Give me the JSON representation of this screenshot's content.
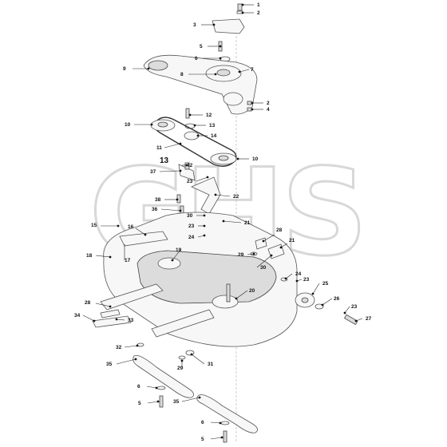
{
  "watermark": {
    "text": "GHS"
  },
  "callouts": [
    {
      "id": "c-top-1",
      "label": "1"
    },
    {
      "id": "c-top-2",
      "label": "2"
    },
    {
      "id": "c-3",
      "label": "3"
    },
    {
      "id": "c-5a",
      "label": "5"
    },
    {
      "id": "c-6a",
      "label": "6"
    },
    {
      "id": "c-8",
      "label": "8"
    },
    {
      "id": "c-9",
      "label": "9"
    },
    {
      "id": "c-7",
      "label": "7"
    },
    {
      "id": "c-2b",
      "label": "2"
    },
    {
      "id": "c-4",
      "label": "4"
    },
    {
      "id": "c-12",
      "label": "12"
    },
    {
      "id": "c-10a",
      "label": "10"
    },
    {
      "id": "c-13a",
      "label": "13"
    },
    {
      "id": "c-14",
      "label": "14"
    },
    {
      "id": "c-11",
      "label": "11"
    },
    {
      "id": "c-10b",
      "label": "10"
    },
    {
      "id": "c-13b",
      "label": "13"
    },
    {
      "id": "c-42",
      "label": "42"
    },
    {
      "id": "c-37",
      "label": "37"
    },
    {
      "id": "c-23a",
      "label": "23"
    },
    {
      "id": "c-22",
      "label": "22"
    },
    {
      "id": "c-38",
      "label": "38"
    },
    {
      "id": "c-36",
      "label": "36"
    },
    {
      "id": "c-30a",
      "label": "30"
    },
    {
      "id": "c-23b",
      "label": "23"
    },
    {
      "id": "c-21a",
      "label": "21"
    },
    {
      "id": "c-15",
      "label": "15"
    },
    {
      "id": "c-16",
      "label": "16"
    },
    {
      "id": "c-24a",
      "label": "24"
    },
    {
      "id": "c-28a",
      "label": "28"
    },
    {
      "id": "c-21b",
      "label": "21"
    },
    {
      "id": "c-18",
      "label": "18"
    },
    {
      "id": "c-17",
      "label": "17"
    },
    {
      "id": "c-19",
      "label": "19"
    },
    {
      "id": "c-29a",
      "label": "29"
    },
    {
      "id": "c-30b",
      "label": "30"
    },
    {
      "id": "c-24b",
      "label": "24"
    },
    {
      "id": "c-23c",
      "label": "23"
    },
    {
      "id": "c-25",
      "label": "25"
    },
    {
      "id": "c-20",
      "label": "20"
    },
    {
      "id": "c-26",
      "label": "26"
    },
    {
      "id": "c-28b",
      "label": "28"
    },
    {
      "id": "c-23d",
      "label": "23"
    },
    {
      "id": "c-27",
      "label": "27"
    },
    {
      "id": "c-34",
      "label": "34"
    },
    {
      "id": "c-33",
      "label": "33"
    },
    {
      "id": "c-32",
      "label": "32"
    },
    {
      "id": "c-31",
      "label": "31"
    },
    {
      "id": "c-29b",
      "label": "29"
    },
    {
      "id": "c-35a",
      "label": "35"
    },
    {
      "id": "c-6b",
      "label": "6"
    },
    {
      "id": "c-5b",
      "label": "5"
    },
    {
      "id": "c-35b",
      "label": "35"
    },
    {
      "id": "c-6c",
      "label": "6"
    },
    {
      "id": "c-5c",
      "label": "5"
    }
  ]
}
